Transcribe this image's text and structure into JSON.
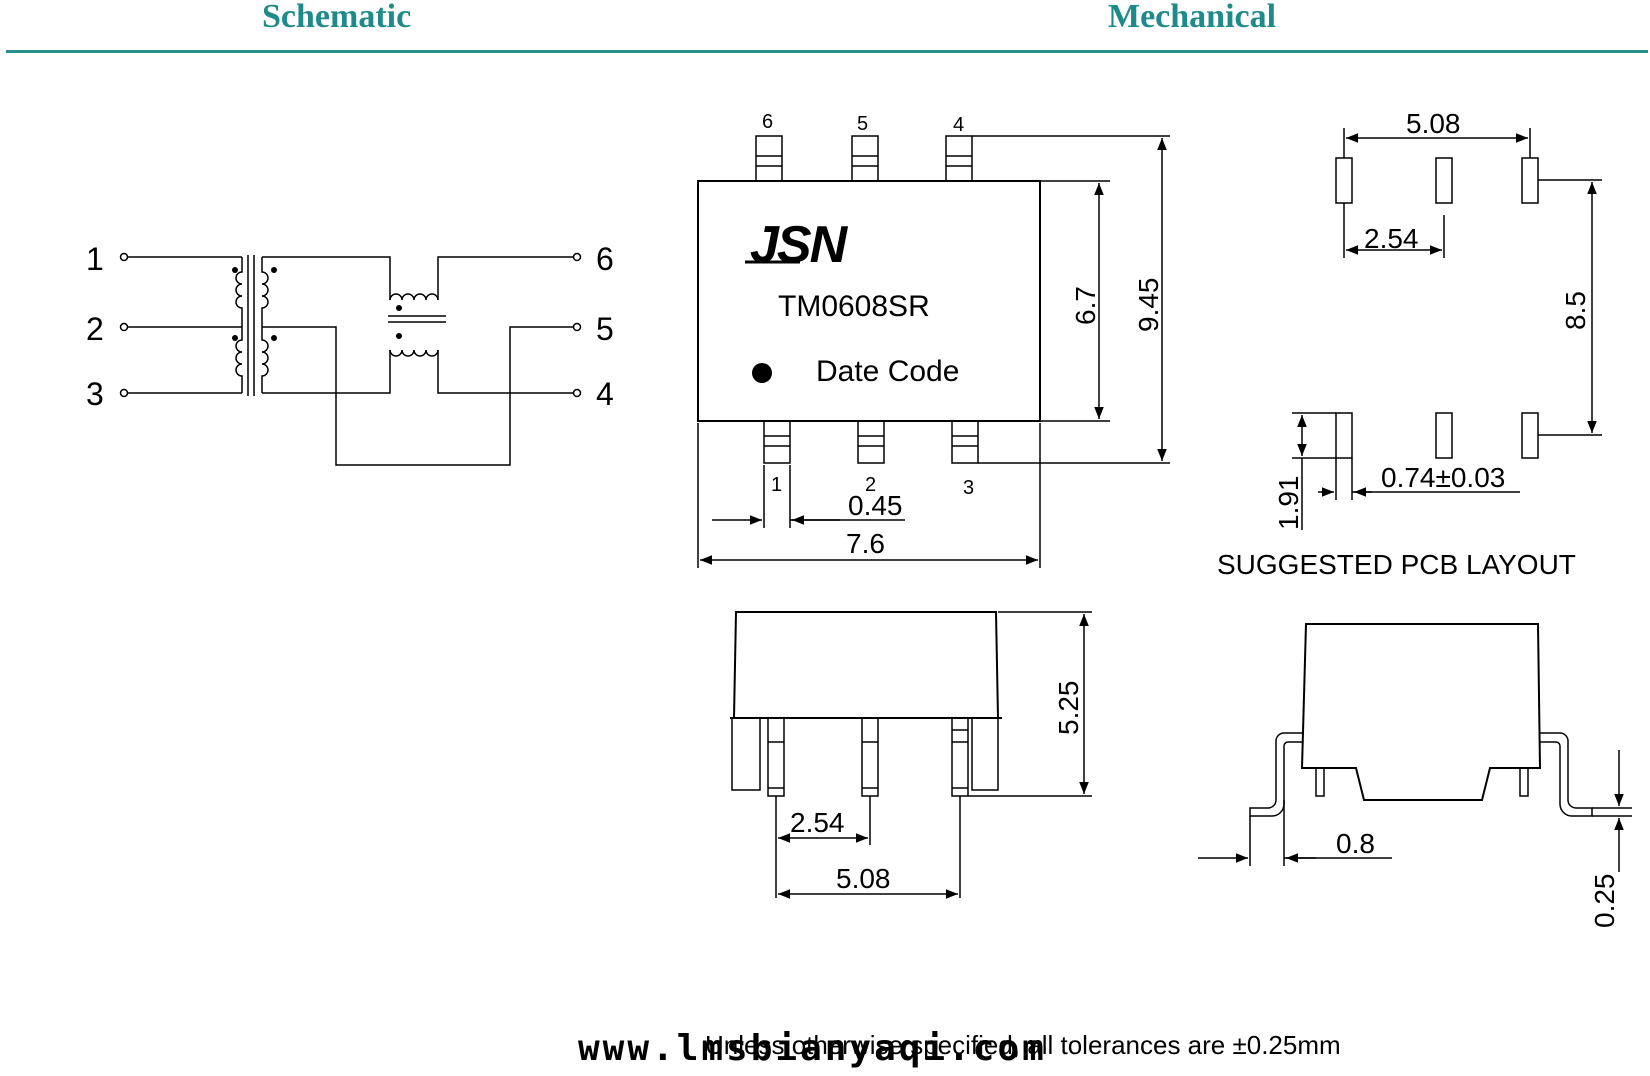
{
  "headers": {
    "schematic": "Schematic",
    "mechanical": "Mechanical"
  },
  "schematic": {
    "pins_left": [
      "1",
      "2",
      "3"
    ],
    "pins_right": [
      "6",
      "5",
      "4"
    ]
  },
  "top_view": {
    "logo": "JSN",
    "part_number": "TM0608SR",
    "date_code": "Date Code",
    "pins_top": [
      "6",
      "5",
      "4"
    ],
    "pins_bottom": [
      "1",
      "2",
      "3"
    ],
    "dims": {
      "body_height": "6.7",
      "total_height": "9.45",
      "lead_width": "0.45",
      "body_width": "7.6"
    }
  },
  "pcb_layout": {
    "caption": "SUGGESTED PCB LAYOUT",
    "dims": {
      "outer_span": "5.08",
      "pitch": "2.54",
      "row_span": "8.5",
      "pad_length": "1.91",
      "pad_width": "0.74±0.03"
    }
  },
  "side_view": {
    "dims": {
      "height": "5.25",
      "pitch": "2.54",
      "span": "5.08"
    }
  },
  "end_view": {
    "dims": {
      "foot": "0.8",
      "thickness": "0.25"
    }
  },
  "footer": {
    "note": "Unless otherwise specified, all tolerances are ±0.25mm",
    "watermark": "www.lmsbianyaqi.com"
  }
}
